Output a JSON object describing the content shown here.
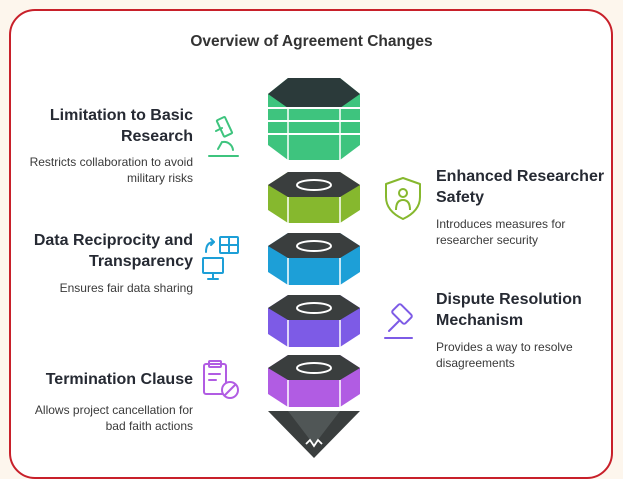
{
  "title": "Overview of Agreement Changes",
  "items": [
    {
      "heading": "Limitation to Basic Research",
      "description": "Restricts collaboration to avoid military risks",
      "icon": "microscope-icon",
      "color": "#3ec47e"
    },
    {
      "heading": "Enhanced Researcher Safety",
      "description": "Introduces measures for researcher security",
      "icon": "shield-person-icon",
      "color": "#86b82e"
    },
    {
      "heading": "Data Reciprocity and Transparency",
      "description": "Ensures fair data sharing",
      "icon": "data-exchange-icon",
      "color": "#1d9fd7"
    },
    {
      "heading": "Dispute Resolution Mechanism",
      "description": "Provides a way to resolve disagreements",
      "icon": "gavel-icon",
      "color": "#7d5be6"
    },
    {
      "heading": "Termination Clause",
      "description": "Allows project cancellation for bad faith actions",
      "icon": "clipboard-cancel-icon",
      "color": "#b15ce3"
    }
  ]
}
